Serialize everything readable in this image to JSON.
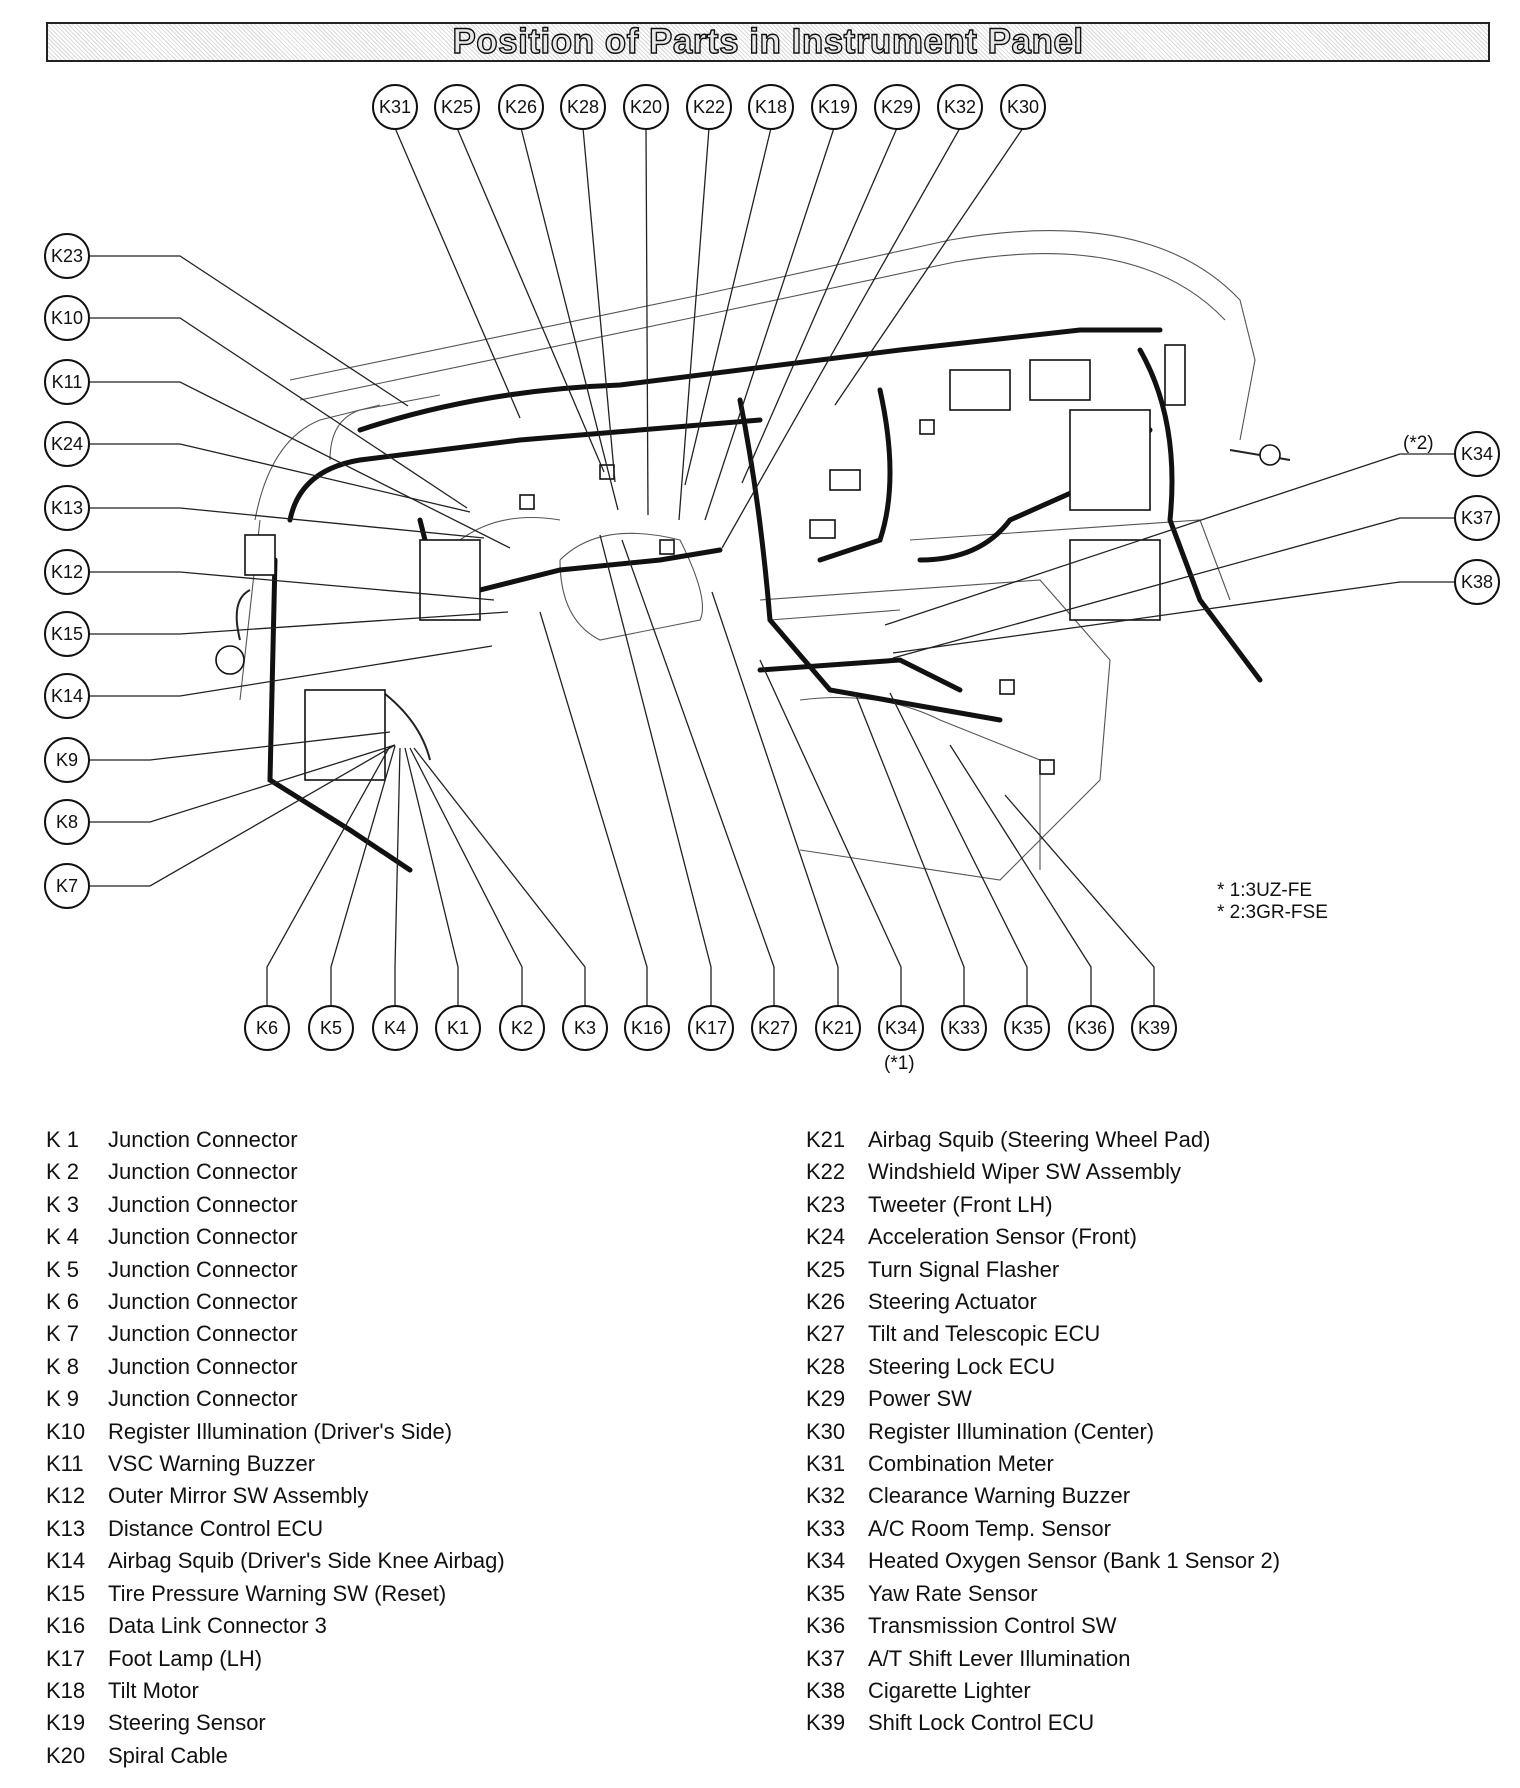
{
  "title": "Position of Parts in Instrument Panel",
  "notes": {
    "star1": "* 1:3UZ-FE",
    "star2": "* 2:3GR-FSE",
    "k34_bottom": "(*1)",
    "k34_right": "(*2)"
  },
  "callouts_top": [
    "K31",
    "K25",
    "K26",
    "K28",
    "K20",
    "K22",
    "K18",
    "K19",
    "K29",
    "K32",
    "K30"
  ],
  "callouts_left": [
    "K23",
    "K10",
    "K11",
    "K24",
    "K13",
    "K12",
    "K15",
    "K14",
    "K9",
    "K8",
    "K7"
  ],
  "callouts_bottom": [
    "K6",
    "K5",
    "K4",
    "K1",
    "K2",
    "K3",
    "K16",
    "K17",
    "K27",
    "K21",
    "K34",
    "K33",
    "K35",
    "K36",
    "K39"
  ],
  "callouts_right": [
    "K34",
    "K37",
    "K38"
  ],
  "legend_left": [
    {
      "code": "K  1",
      "desc": "Junction Connector"
    },
    {
      "code": "K  2",
      "desc": "Junction Connector"
    },
    {
      "code": "K  3",
      "desc": "Junction Connector"
    },
    {
      "code": "K  4",
      "desc": "Junction Connector"
    },
    {
      "code": "K  5",
      "desc": "Junction Connector"
    },
    {
      "code": "K  6",
      "desc": "Junction Connector"
    },
    {
      "code": "K  7",
      "desc": "Junction Connector"
    },
    {
      "code": "K  8",
      "desc": "Junction Connector"
    },
    {
      "code": "K  9",
      "desc": "Junction Connector"
    },
    {
      "code": "K10",
      "desc": "Register Illumination (Driver's Side)"
    },
    {
      "code": "K11",
      "desc": "VSC Warning Buzzer"
    },
    {
      "code": "K12",
      "desc": "Outer Mirror SW Assembly"
    },
    {
      "code": "K13",
      "desc": "Distance Control ECU"
    },
    {
      "code": "K14",
      "desc": "Airbag Squib (Driver's Side Knee Airbag)"
    },
    {
      "code": "K15",
      "desc": "Tire Pressure Warning SW (Reset)"
    },
    {
      "code": "K16",
      "desc": "Data Link Connector 3"
    },
    {
      "code": "K17",
      "desc": "Foot Lamp (LH)"
    },
    {
      "code": "K18",
      "desc": "Tilt Motor"
    },
    {
      "code": "K19",
      "desc": "Steering Sensor"
    },
    {
      "code": "K20",
      "desc": "Spiral Cable"
    }
  ],
  "legend_right": [
    {
      "code": "K21",
      "desc": "Airbag Squib (Steering Wheel Pad)"
    },
    {
      "code": "K22",
      "desc": "Windshield Wiper SW Assembly"
    },
    {
      "code": "K23",
      "desc": "Tweeter (Front LH)"
    },
    {
      "code": "K24",
      "desc": "Acceleration Sensor (Front)"
    },
    {
      "code": "K25",
      "desc": "Turn Signal Flasher"
    },
    {
      "code": "K26",
      "desc": "Steering Actuator"
    },
    {
      "code": "K27",
      "desc": "Tilt and Telescopic ECU"
    },
    {
      "code": "K28",
      "desc": "Steering Lock ECU"
    },
    {
      "code": "K29",
      "desc": "Power SW"
    },
    {
      "code": "K30",
      "desc": "Register Illumination (Center)"
    },
    {
      "code": "K31",
      "desc": "Combination Meter"
    },
    {
      "code": "K32",
      "desc": "Clearance Warning Buzzer"
    },
    {
      "code": "K33",
      "desc": "A/C Room Temp. Sensor"
    },
    {
      "code": "K34",
      "desc": "Heated Oxygen Sensor (Bank 1 Sensor 2)"
    },
    {
      "code": "K35",
      "desc": "Yaw Rate Sensor"
    },
    {
      "code": "K36",
      "desc": "Transmission Control SW"
    },
    {
      "code": "K37",
      "desc": "A/T Shift Lever Illumination"
    },
    {
      "code": "K38",
      "desc": "Cigarette Lighter"
    },
    {
      "code": "K39",
      "desc": "Shift Lock Control ECU"
    }
  ]
}
